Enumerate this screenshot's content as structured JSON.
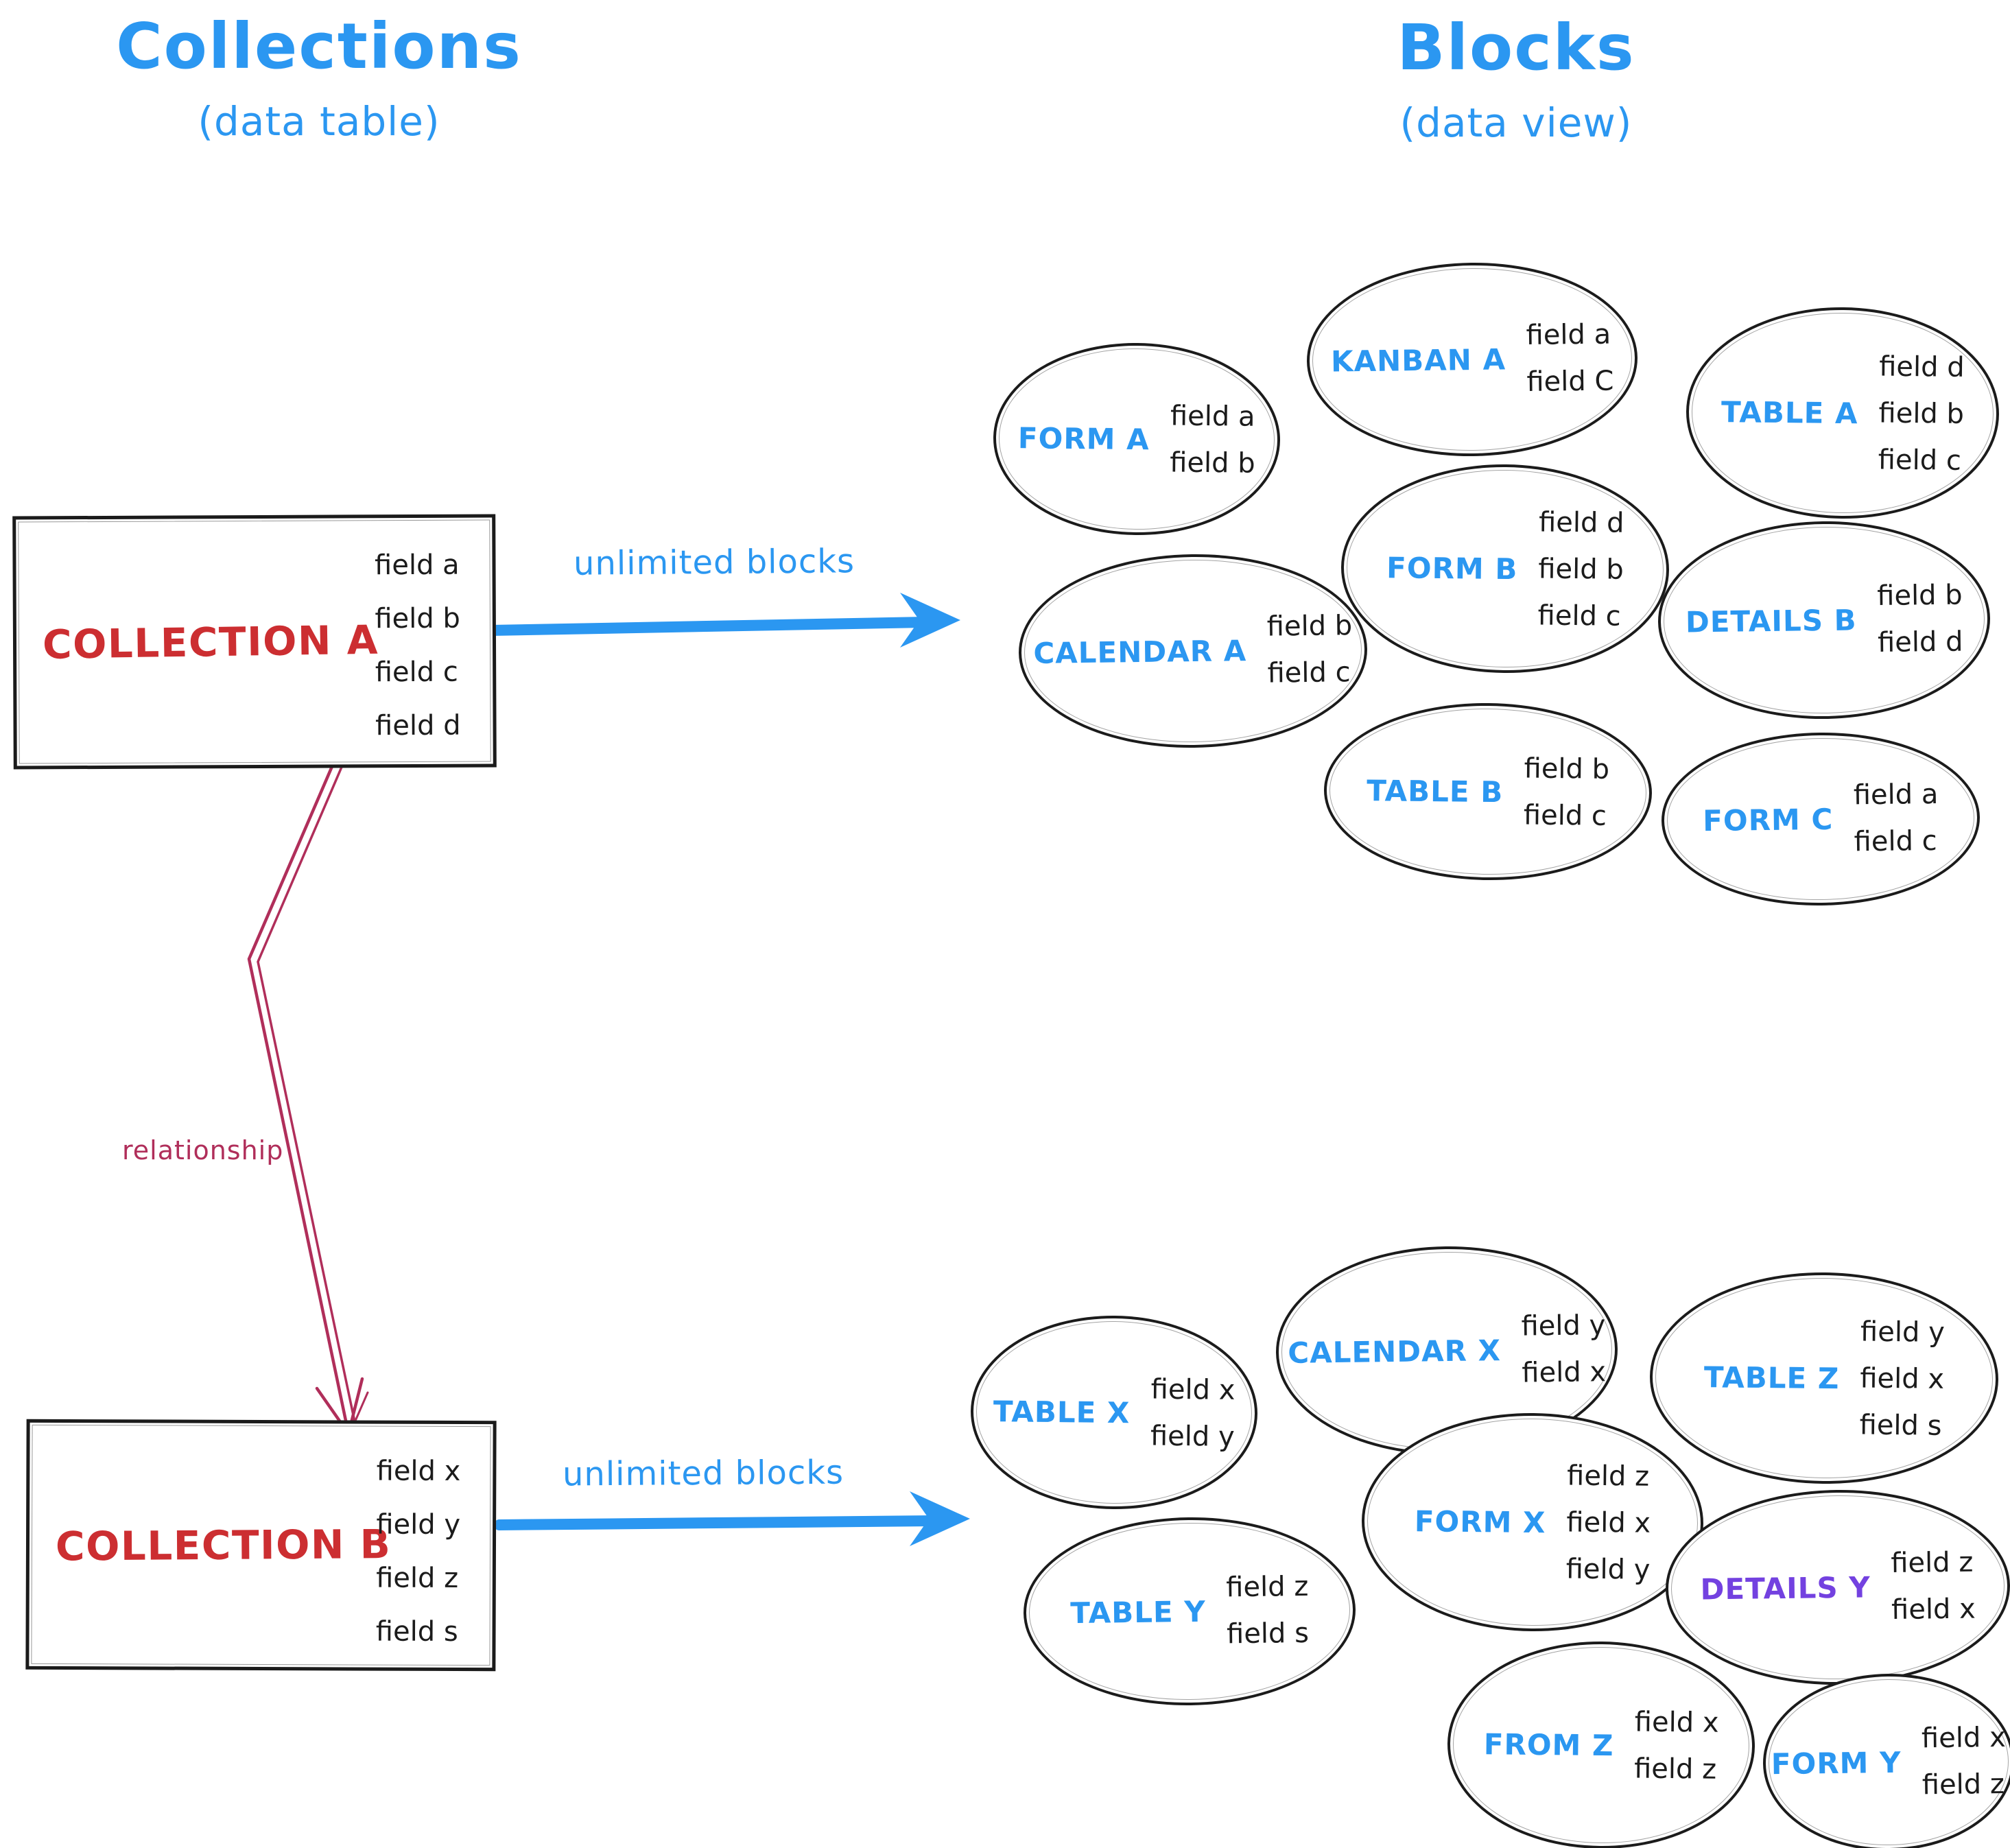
{
  "headers": {
    "collections_title": "Collections",
    "collections_subtitle": "(data table)",
    "blocks_title": "Blocks",
    "blocks_subtitle": "(data view)"
  },
  "collections": [
    {
      "name": "COLLECTION A",
      "fields": [
        "field a",
        "field b",
        "field c",
        "field d"
      ]
    },
    {
      "name": "COLLECTION B",
      "fields": [
        "field x",
        "field y",
        "field z",
        "field s"
      ]
    }
  ],
  "arrows": {
    "collection_a_to_blocks_label": "unlimited blocks",
    "collection_b_to_blocks_label": "unlimited blocks",
    "relationship_label": "relationship"
  },
  "blocks_for_collection_a": [
    {
      "name": "FORM A",
      "fields": [
        "field a",
        "field b"
      ]
    },
    {
      "name": "KANBAN A",
      "fields": [
        "field a",
        "field C"
      ]
    },
    {
      "name": "TABLE A",
      "fields": [
        "field d",
        "field b",
        "field c"
      ]
    },
    {
      "name": "CALENDAR A",
      "fields": [
        "field b",
        "field c"
      ]
    },
    {
      "name": "FORM B",
      "fields": [
        "field d",
        "field b",
        "field c"
      ]
    },
    {
      "name": "DETAILS B",
      "fields": [
        "field b",
        "field d"
      ]
    },
    {
      "name": "TABLE B",
      "fields": [
        "field b",
        "field c"
      ]
    },
    {
      "name": "FORM C",
      "fields": [
        "field a",
        "field c"
      ]
    }
  ],
  "blocks_for_collection_b": [
    {
      "name": "TABLE X",
      "fields": [
        "field x",
        "field y"
      ]
    },
    {
      "name": "CALENDAR X",
      "fields": [
        "field y",
        "field x"
      ]
    },
    {
      "name": "TABLE Z",
      "fields": [
        "field y",
        "field x",
        "field s"
      ]
    },
    {
      "name": "TABLE Y",
      "fields": [
        "field z",
        "field s"
      ]
    },
    {
      "name": "FORM X",
      "fields": [
        "field z",
        "field x",
        "field y"
      ]
    },
    {
      "name": "DETAILS Y",
      "fields": [
        "field z",
        "field x"
      ]
    },
    {
      "name": "FROM Z",
      "fields": [
        "field x",
        "field z"
      ]
    },
    {
      "name": "FORM Y",
      "fields": [
        "field x",
        "field z"
      ]
    }
  ],
  "colors": {
    "blue": "#2b97f1",
    "red": "#cc2e31",
    "crimson": "#b02e5a",
    "purple": "#7341e0",
    "ink": "#1b1b1b"
  }
}
